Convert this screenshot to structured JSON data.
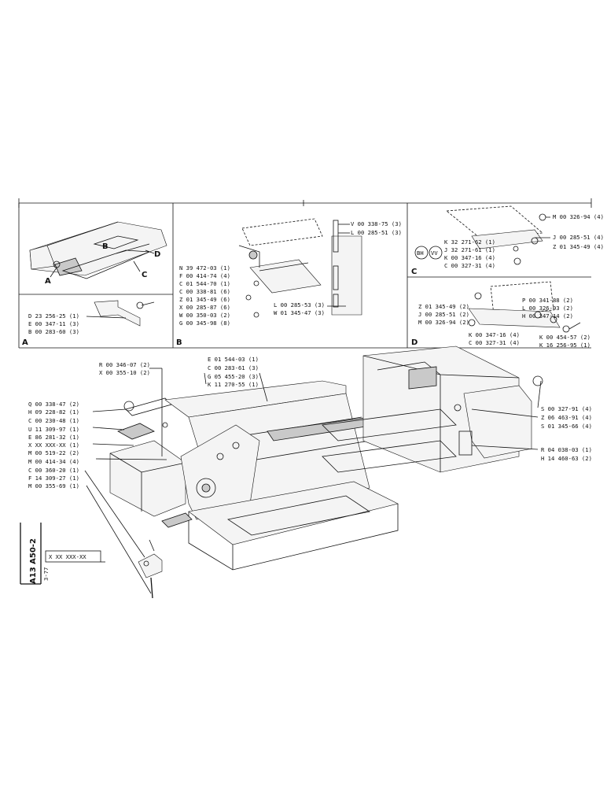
{
  "panels": {
    "A": "A",
    "B": "B",
    "C": "C",
    "D": "D"
  },
  "panel_a": {
    "callouts": {
      "A": "A",
      "B": "B",
      "C": "C",
      "D": "D"
    },
    "parts": [
      "D 23 256-25 (1)",
      "E 00 347-11 (3)",
      "B 00 283-60 (3)"
    ]
  },
  "panel_b": {
    "parts_left": [
      "N 39 472-03 (1)",
      "F 00 414-74 (4)",
      "C 01 544-70 (1)",
      "C 00 338-81 (6)",
      "Z 01 345-49 (6)",
      "X 00 285-87 (6)",
      "W 00 350-03 (2)",
      "G 00 345-98 (8)"
    ],
    "parts_top": [
      "V 00 338-75 (3)",
      "L 00 285-51 (3)"
    ],
    "parts_bottom": [
      "L 00 285-53 (3)",
      "W 01 345-47 (3)"
    ]
  },
  "panel_c": {
    "parts_top": [
      "M 00 326-94 (4)",
      "J 00 285-51 (4)",
      "Z 01 345-49 (4)"
    ],
    "parts_mid": [
      "K 32 271-62 (1)",
      "J 32 271-61 (1)",
      "K 00 347-16 (4)",
      "C 00 327-31 (4)"
    ],
    "circle_marks": [
      "BH",
      "VV"
    ]
  },
  "panel_d": {
    "parts_right": [
      "P 00 341-88 (2)",
      "L 00 326-93 (2)",
      "H 00 347-14 (2)"
    ],
    "parts_left": [
      "Z 01 345-49 (2)",
      "J 00 285-51 (2)",
      "M 00 326-94 (2)"
    ],
    "parts_bottom": [
      "K 00 347-16 (4)",
      "C 00 327-31 (4)",
      "K 00 454-57 (2)",
      "K 16 256-95 (1)"
    ]
  },
  "main": {
    "parts_top_left": [
      "R 00 346-07 (2)",
      "X 00 355-10 (2)"
    ],
    "parts_top_center": [
      "E 01 544-03 (1)",
      "C 00 283-61 (3)",
      "G 05 455-20 (3)",
      "K 11 270-55 (1)"
    ],
    "parts_left": [
      "Q 00 338-47 (2)",
      "H 09 228-82 (1)",
      "C 00 230-48 (1)",
      "U 11 309-97 (1)",
      "E 86 281-32 (1)",
      "X XX XXX-XX (1)",
      "M 00 519-22 (2)",
      "M 00 414-34 (4)",
      "C 00 360-20 (1)",
      "F 14 309-27 (1)",
      "M 00 355-69 (1)"
    ],
    "parts_right_top": [
      "S 00 327-91 (4)",
      "Z 06 463-91 (4)",
      "S 01 345-66 (4)"
    ],
    "parts_right_bottom": [
      "R 04 038-03 (1)",
      "H 14 460-63 (2)"
    ]
  },
  "sheet_code": "A13 A50-2",
  "sheet_sub": "3-77",
  "stamp": "X XX XXX-XX"
}
